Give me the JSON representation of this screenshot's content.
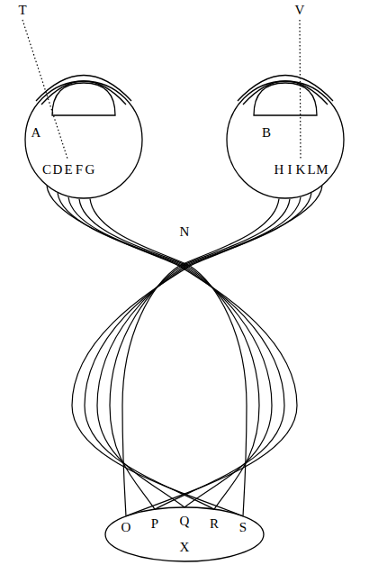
{
  "diagram": {
    "labels": [
      "T",
      "V",
      "A",
      "B",
      "C",
      "D",
      "E",
      "F",
      "G",
      "H",
      "I",
      "K",
      "L",
      "M",
      "N",
      "O",
      "P",
      "Q",
      "R",
      "S",
      "X"
    ]
  }
}
